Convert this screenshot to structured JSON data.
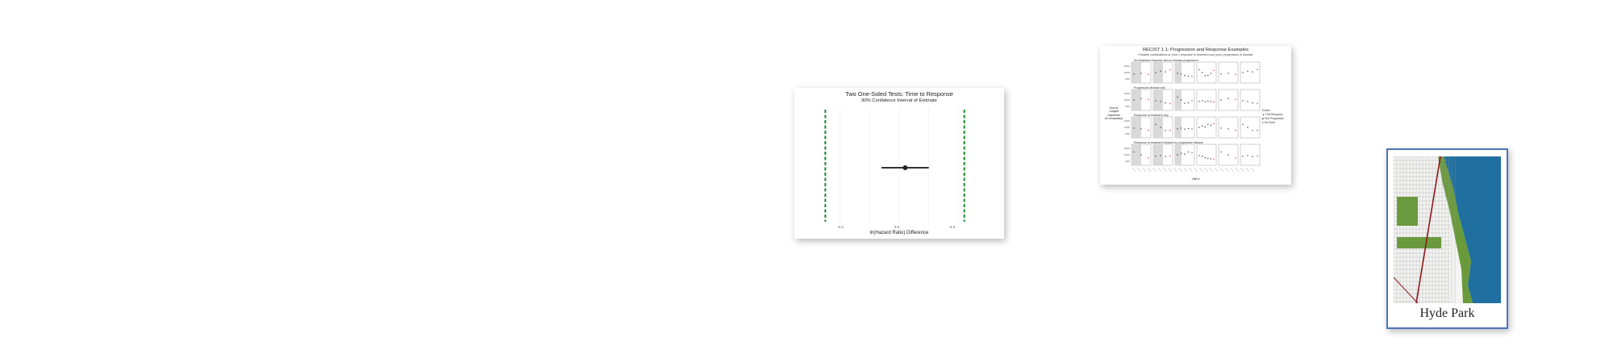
{
  "tost": {
    "title": "Two One-Sided Tests: Time to Response",
    "subtitle": "90% Confidence Interval of Estimate",
    "xlabel": "ln(Hazard Ratio) Difference",
    "xticks": [
      "-0.2",
      "0.0",
      "0.2"
    ],
    "chart_data": {
      "type": "scatter",
      "estimate": 0.02,
      "ci": [
        -0.06,
        0.1
      ],
      "equivalence_bounds": [
        -0.25,
        0.22
      ],
      "xlim": [
        -0.3,
        0.3
      ]
    },
    "colors": {
      "bounds": "#1a8a2a",
      "point": "#222222"
    }
  },
  "recist": {
    "title": "RECIST 1.1: Progression and Response Examples",
    "subtitle": "Possible combinations of: (non-) response to treatment and (non-) progression of disease",
    "panels": [
      {
        "heading": "No treatment response and no disease progression"
      },
      {
        "heading": "Progressive disease only"
      },
      {
        "heading": "Response to treatment only"
      },
      {
        "heading": "Response to treatment followed by progressive disease"
      }
    ],
    "ylabel_lines": [
      "Sum of",
      "Longest",
      "Diameters",
      "(% of baseline)"
    ],
    "yticks": [
      "150%",
      "100%",
      "50%"
    ],
    "xlabel": "Visit #",
    "legend": {
      "title": "Events",
      "items": [
        "First Response",
        "First Progression",
        "No Event"
      ]
    },
    "colors": {
      "shade": "#d9d9d9",
      "event": "#c0392b",
      "point": "#333333"
    }
  },
  "poster": {
    "title": "Hyde Park",
    "colors": {
      "water": "#1f6fa0",
      "park": "#6a9a3c",
      "frame": "#4b75b9",
      "rail": "#8b1a1a"
    }
  }
}
